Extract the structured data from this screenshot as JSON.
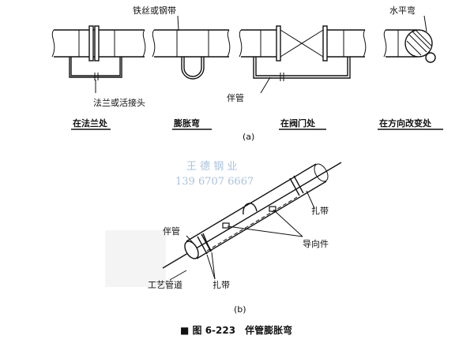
{
  "top_labels": {
    "wire_or_band": "铁丝或钢带",
    "horizontal_bend": "水平弯",
    "flange_or_union": "法兰或活接头",
    "tracer_pipe": "伴管"
  },
  "section_titles": [
    "在法兰处",
    "膨胀弯",
    "在阀门处",
    "在方向改变处"
  ],
  "sub_a": "(a)",
  "watermark": {
    "line1": "王 德 钢 业",
    "line2": "139 6707 6667"
  },
  "bottom_labels": {
    "tracer_pipe": "伴管",
    "strap_right": "扎带",
    "guide": "导向件",
    "process_pipe": "工艺管道",
    "strap_left": "扎带"
  },
  "sub_b": "(b)",
  "caption": "■ 图 6-223　伴管膨胀弯"
}
